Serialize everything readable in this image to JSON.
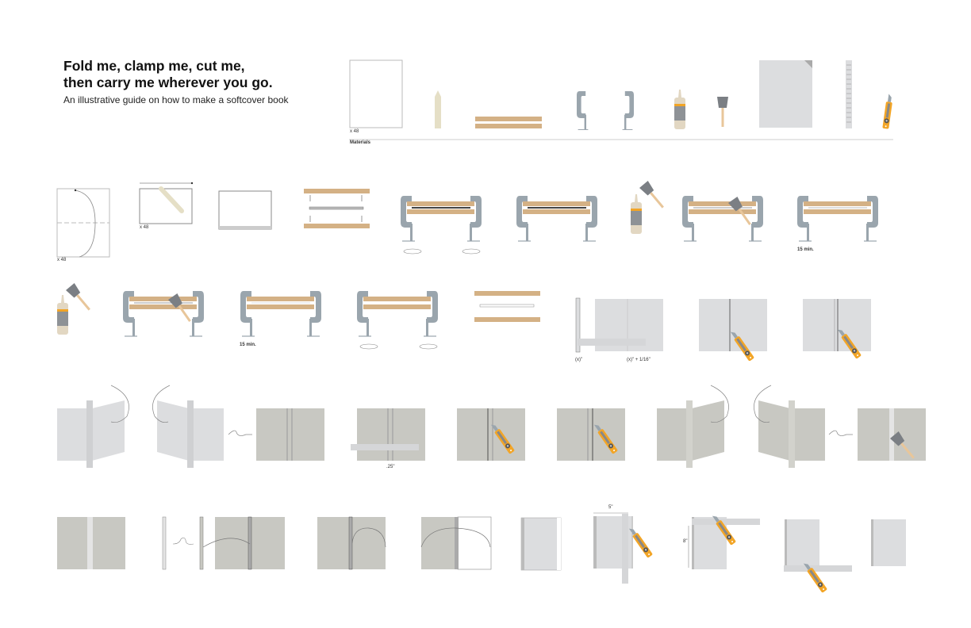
{
  "header": {
    "title_line1": "Fold me, clamp me, cut me,",
    "title_line2": "then carry me wherever you go.",
    "subtitle": "An illustrative guide on how to make a softcover book"
  },
  "materials": {
    "section_label": "Materials",
    "paper_count": "x 48",
    "items": [
      "paper sheet",
      "bone folder",
      "wood boards",
      "c-clamp",
      "c-clamp",
      "glue bottle",
      "foam brush",
      "cover sheet",
      "ruler",
      "utility knife"
    ]
  },
  "steps_row1": {
    "fold_count": "x 48",
    "crease_count": "x 48",
    "wait_label": "15 min."
  },
  "steps_row2": {
    "wait_label": "15 min.",
    "measure_left": "(x)\"",
    "measure_right": "(x)\" + 1/16\""
  },
  "steps_row3": {
    "spacing_label": ".25\""
  },
  "steps_row5": {
    "width_label": "5\"",
    "height_label": "8\""
  },
  "colors": {
    "wood": "#d4b185",
    "clamp": "#9aa5ad",
    "paper_gray": "#dcdddf",
    "cover_gray": "#c8c8c2",
    "knife_orange": "#f2a527",
    "glue_tan": "#e2d7c2",
    "bone": "#e5dfc6"
  }
}
